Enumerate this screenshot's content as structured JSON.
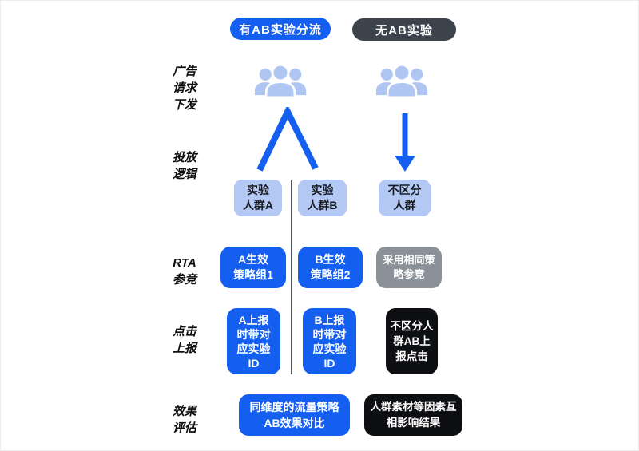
{
  "colors": {
    "primary_blue": "#155FF0",
    "light_blue": "#B4C8F4",
    "dark_pill": "#3C434D",
    "gray_box": "#8B9199",
    "black_box": "#0D0F12",
    "divider": "#53575D",
    "people_icon": "#AFC6F3",
    "label_text": "#0E0E0E"
  },
  "icons": {
    "audience_a": "people-group-icon",
    "audience_b": "people-group-icon",
    "split_connector": "split-branch-connector",
    "down_arrow": "arrow-down-icon"
  },
  "headers": {
    "with_ab": "有AB实验分流",
    "without_ab": "无AB实验"
  },
  "labels": {
    "ad_request": {
      "lines": [
        "广告",
        "请求",
        "下发"
      ]
    },
    "delivery_logic": {
      "lines": [
        "投放",
        "逻辑"
      ]
    },
    "rta_bidding": {
      "lines": [
        "RTA",
        "参竞"
      ]
    },
    "click_report": {
      "lines": [
        "点击",
        "上报"
      ]
    },
    "effect_eval": {
      "lines": [
        "效果",
        "评估"
      ]
    }
  },
  "flow": {
    "experiment_a": {
      "audience": [
        "实验",
        "人群A"
      ],
      "rta": [
        "A生效",
        "策略组1"
      ],
      "click": [
        "A上报",
        "时带对",
        "应实验",
        "ID"
      ]
    },
    "experiment_b": {
      "audience": [
        "实验",
        "人群B"
      ],
      "rta": [
        "B生效",
        "策略组2"
      ],
      "click": [
        "B上报",
        "时带对",
        "应实验",
        "ID"
      ]
    },
    "no_experiment": {
      "audience": [
        "不区分",
        "人群"
      ],
      "rta": [
        "采用相同策",
        "略参竞"
      ],
      "click": [
        "不区分人",
        "群AB上",
        "报点击"
      ]
    },
    "evaluation": {
      "with_ab": [
        "同维度的流量策略",
        "AB效果对比"
      ],
      "without_ab": [
        "人群素材等因素互",
        "相影响结果"
      ]
    }
  }
}
